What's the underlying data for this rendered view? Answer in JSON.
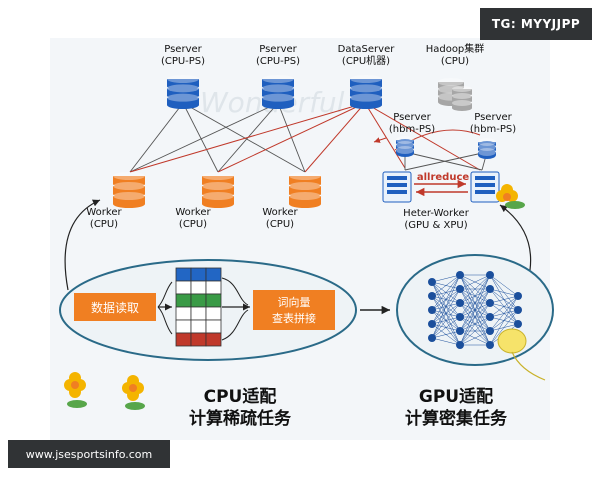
{
  "watermark_top": "TG: MYYJJPP",
  "watermark_bottom": "www.jsesportsinfo.com",
  "servers": {
    "pserver1": {
      "name": "Pserver",
      "sub": "(CPU-PS)"
    },
    "pserver2": {
      "name": "Pserver",
      "sub": "(CPU-PS)"
    },
    "dataserver": {
      "name": "DataServer",
      "sub": "(CPU机器)"
    },
    "hadoop": {
      "name": "Hadoop集群",
      "sub": "(CPU)"
    },
    "hbm1": {
      "name": "Pserver",
      "sub": "(hbm-PS)"
    },
    "hbm2": {
      "name": "Pserver",
      "sub": "(hbm-PS)"
    }
  },
  "workers": [
    {
      "name": "Worker",
      "sub": "(CPU)"
    },
    {
      "name": "Worker",
      "sub": "(CPU)"
    },
    {
      "name": "Worker",
      "sub": "(CPU)"
    }
  ],
  "allreduce": "allreduce",
  "heter_worker": {
    "name": "Heter-Worker",
    "sub": "(GPU & XPU)"
  },
  "box_read": "数据读取",
  "box_lookup": {
    "line1": "词向量",
    "line2": "查表拼接"
  },
  "cpu_caption": {
    "line1": "CPU适配",
    "line2": "计算稀疏任务"
  },
  "gpu_caption": {
    "line1": "GPU适配",
    "line2": "计算密集任务"
  },
  "colors": {
    "blue_db": "#1f5fbf",
    "orange_db": "#f07f22",
    "gray_db": "#a6a6a6",
    "ellipse": "#2a6a88",
    "link_red": "#c0392b",
    "link_gray": "#555555",
    "nn_node": "#1b4f9c"
  }
}
